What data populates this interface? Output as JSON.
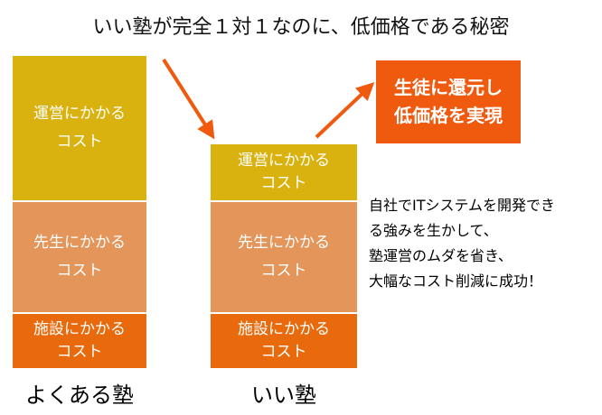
{
  "title": "いい塾が完全１対１なのに、低価格である秘密",
  "columns": [
    {
      "label": "よくある塾",
      "blocks": [
        {
          "line1": "運営にかかる",
          "line2": "コスト"
        },
        {
          "line1": "先生にかかる",
          "line2": "コスト"
        },
        {
          "line1": "施設にかかる",
          "line2": "コスト"
        }
      ]
    },
    {
      "label": "いい塾",
      "blocks": [
        {
          "line1": "運営にかかる",
          "line2": "コスト"
        },
        {
          "line1": "先生にかかる",
          "line2": "コスト"
        },
        {
          "line1": "施設にかかる",
          "line2": "コスト"
        }
      ]
    }
  ],
  "callout": {
    "line1": "生徒に還元し",
    "line2": "低価格を実現"
  },
  "note": {
    "lines": [
      "自社でITシステムを開発でき",
      "る強みを生かして、",
      "塾運営のムダを省き、",
      "大幅なコスト削減に成功！"
    ]
  },
  "colors": {
    "operation": "#dab20f",
    "teacher": "#e4955a",
    "facility": "#e86a0c",
    "accent": "#f05a0f"
  }
}
